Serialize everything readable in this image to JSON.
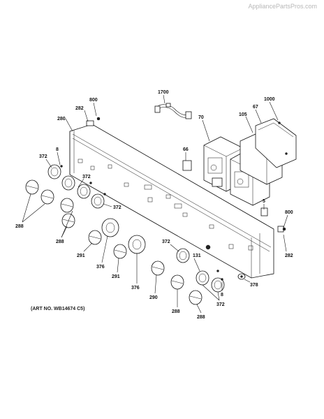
{
  "watermark": "AppliancePartsPros.com",
  "art_number": "(ART NO. WB14674 C5)",
  "callouts": {
    "c800a": "800",
    "c282a": "282",
    "c280": "280",
    "c8a": "8",
    "c372a": "372",
    "c372b": "372",
    "c372c": "372",
    "c288a": "288",
    "c288b": "288",
    "c291a": "291",
    "c376a": "376",
    "c291b": "291",
    "c376b": "376",
    "c290": "290",
    "c372d": "372",
    "c131": "131",
    "c288c": "288",
    "c288d": "288",
    "c372e": "372",
    "c8b": "8",
    "c378": "378",
    "c282b": "282",
    "c800b": "800",
    "c5": "5",
    "c66": "66",
    "c70": "70",
    "c1700": "1700",
    "c105": "105",
    "c67": "67",
    "c1000": "1000"
  }
}
